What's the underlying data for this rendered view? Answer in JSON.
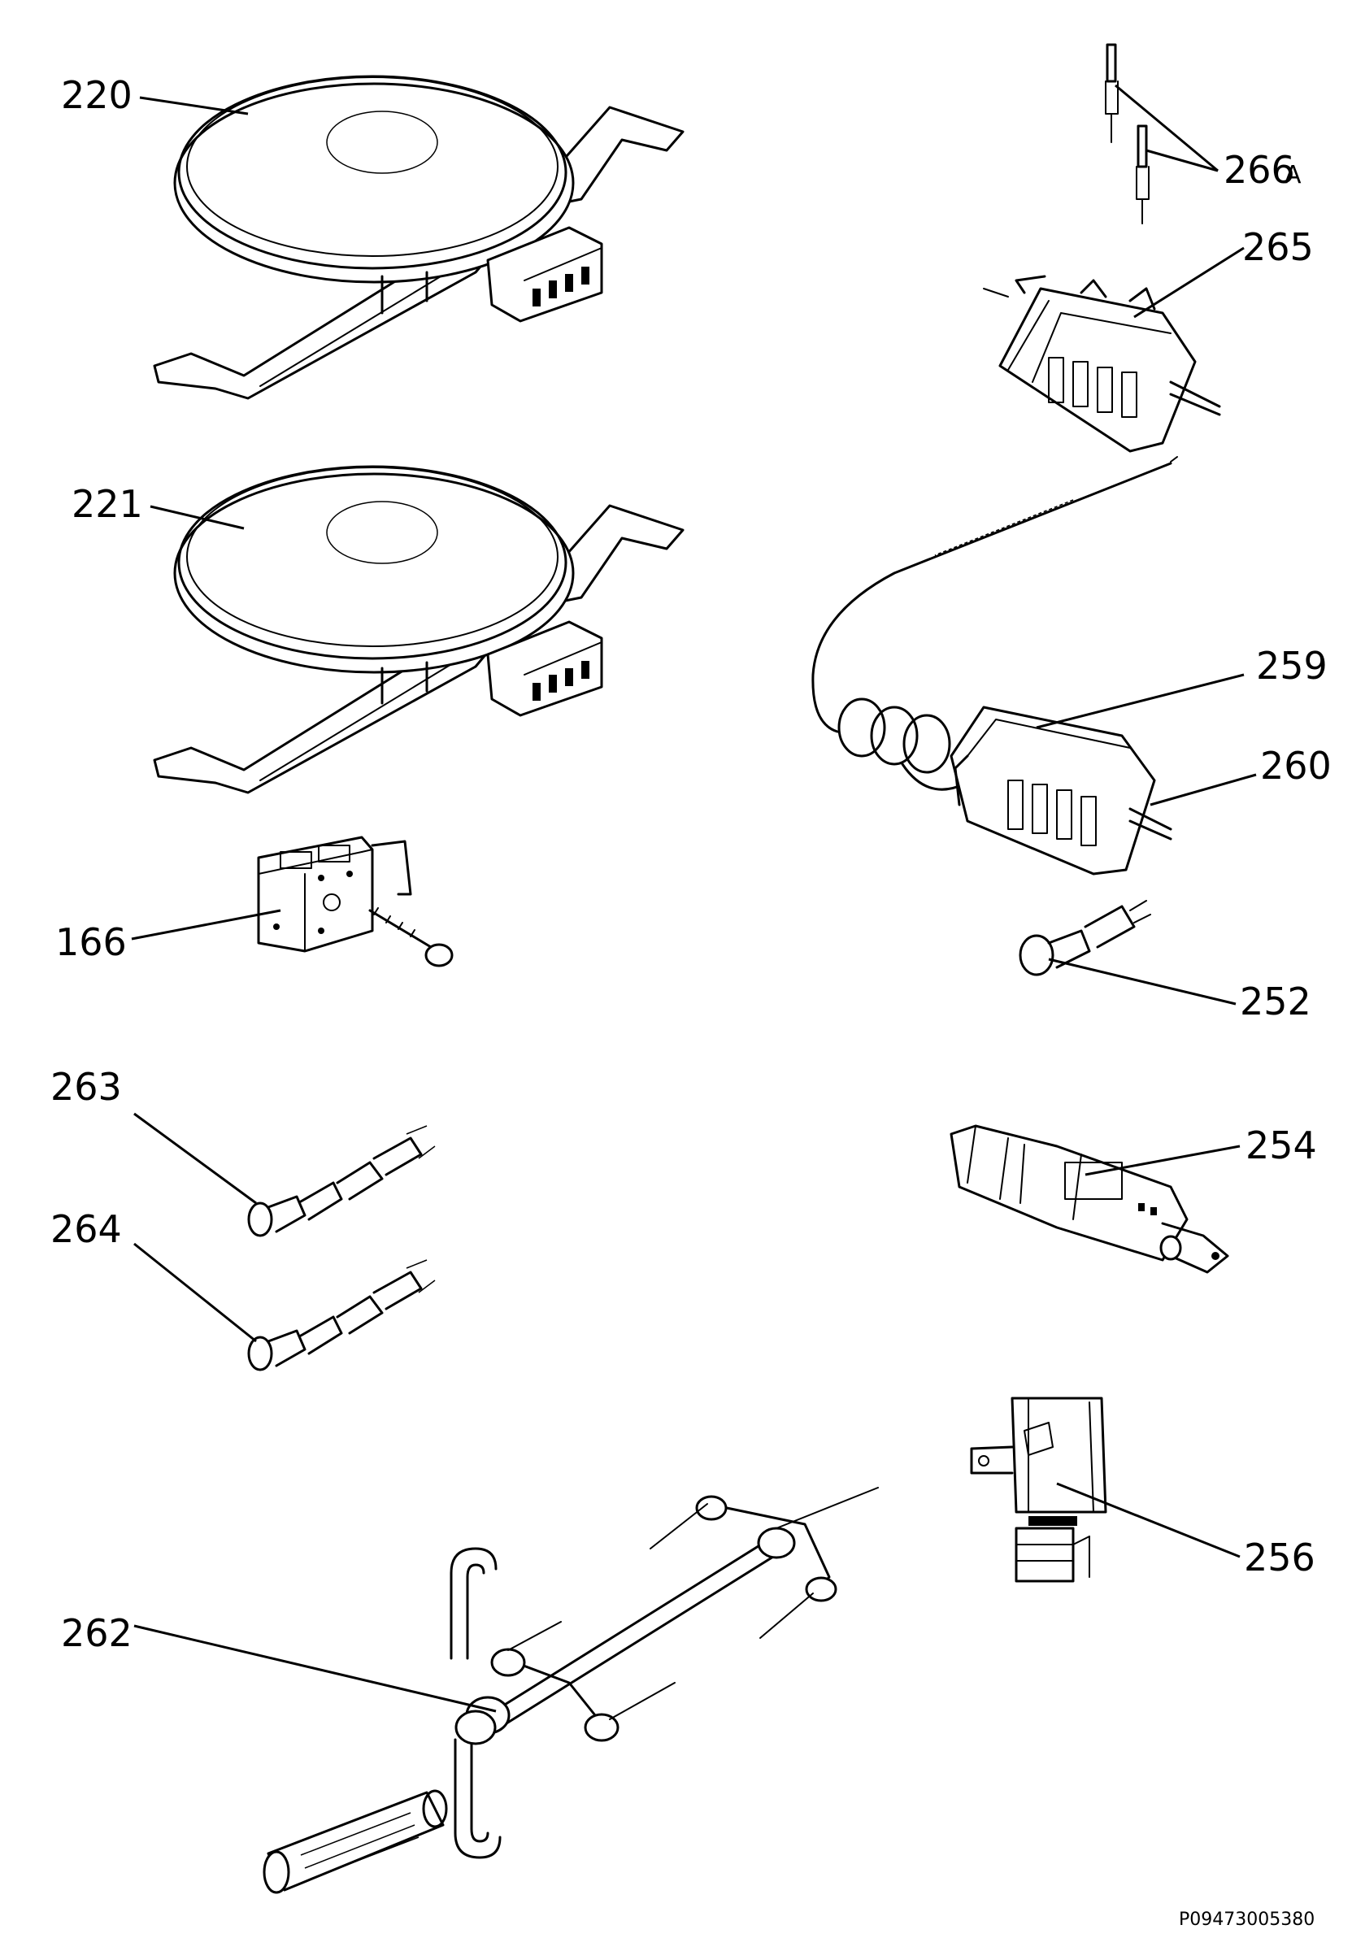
{
  "callouts": {
    "p220": "220",
    "p221": "221",
    "p166": "166",
    "p263": "263",
    "p264": "264",
    "p262": "262",
    "p266": "266",
    "p266_suffix": "A",
    "p265": "265",
    "p259": "259",
    "p260": "260",
    "p252": "252",
    "p254": "254",
    "p256": "256"
  },
  "document_code": "P09473005380"
}
